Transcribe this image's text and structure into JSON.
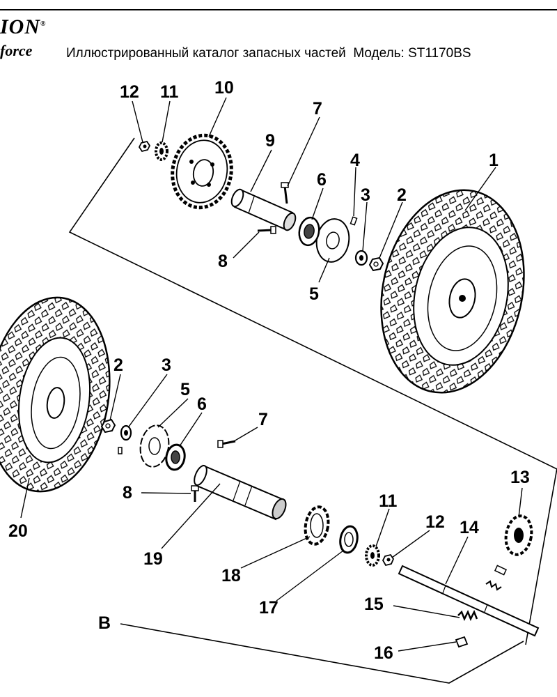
{
  "header": {
    "logo_top": "ION",
    "logo_registered": "®",
    "logo_bottom": "force",
    "catalog_title": "Иллюстрированный каталог запасных частей",
    "model_label": "Модель: ST1170BS"
  },
  "callouts": {
    "c1": "1",
    "c2a": "2",
    "c3a": "3",
    "c4": "4",
    "c5a": "5",
    "c6a": "6",
    "c7a": "7",
    "c8a": "8",
    "c9": "9",
    "c10": "10",
    "c11a": "11",
    "c12a": "12",
    "c2b": "2",
    "c3b": "3",
    "c5b": "5",
    "c6b": "6",
    "c7b": "7",
    "c8b": "8",
    "c11b": "11",
    "c12b": "12",
    "c13": "13",
    "c14": "14",
    "c15": "15",
    "c16": "16",
    "c17": "17",
    "c18": "18",
    "c19": "19",
    "c20": "20",
    "cB": "B"
  },
  "colors": {
    "ink": "#000000",
    "tire": "#ffffff"
  }
}
